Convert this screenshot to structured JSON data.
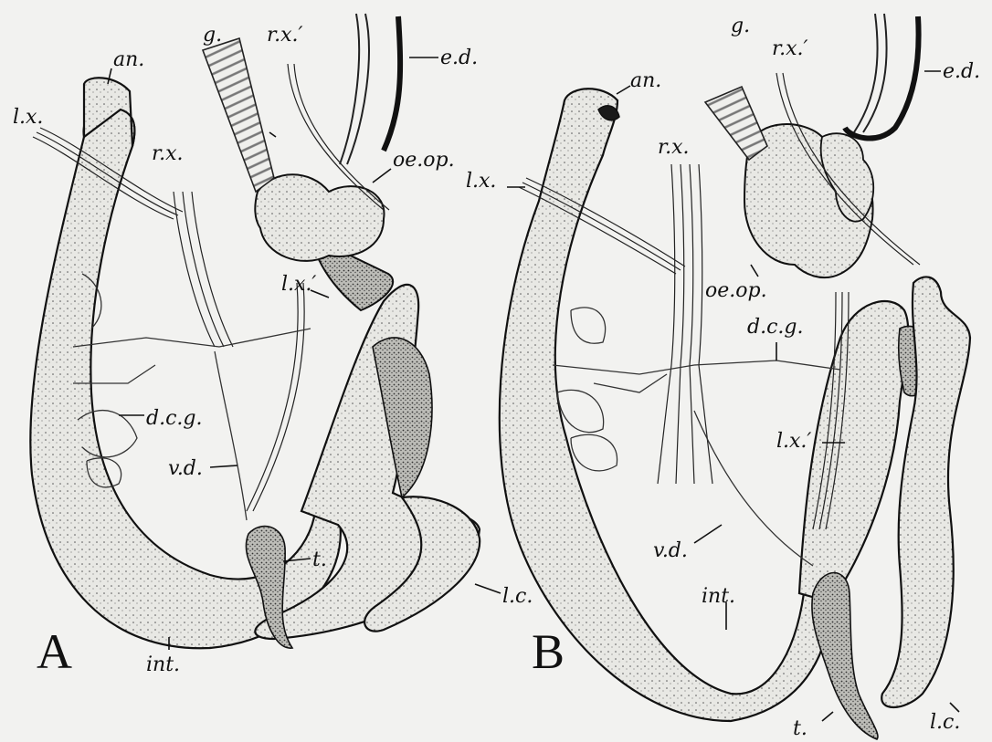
{
  "panels": [
    {
      "letter": "A",
      "labels": {
        "an": "an.",
        "lx": "l.x.",
        "rx": "r.x.",
        "g": "g.",
        "rx_prime": "r.x.′",
        "ed": "e.d.",
        "oeop": "oe.op.",
        "lx_prime": "l.x.′",
        "dcg": "d.c.g.",
        "vd": "v.d.",
        "t": "t.",
        "lc": "l.c.",
        "int": "int."
      }
    },
    {
      "letter": "B",
      "labels": {
        "an": "an.",
        "lx": "l.x.",
        "rx": "r.x.",
        "g": "g.",
        "rx_prime": "r.x.′",
        "ed": "e.d.",
        "oeop": "oe.op.",
        "lx_prime": "l.x.′",
        "dcg": "d.c.g.",
        "vd": "v.d.",
        "t": "t.",
        "lc": "l.c.",
        "int": "int."
      }
    }
  ],
  "colors": {
    "ink": "#111111",
    "paper": "#f2f2f0",
    "tissue": "#e6e6e2",
    "shade": "#1e1e1e"
  }
}
